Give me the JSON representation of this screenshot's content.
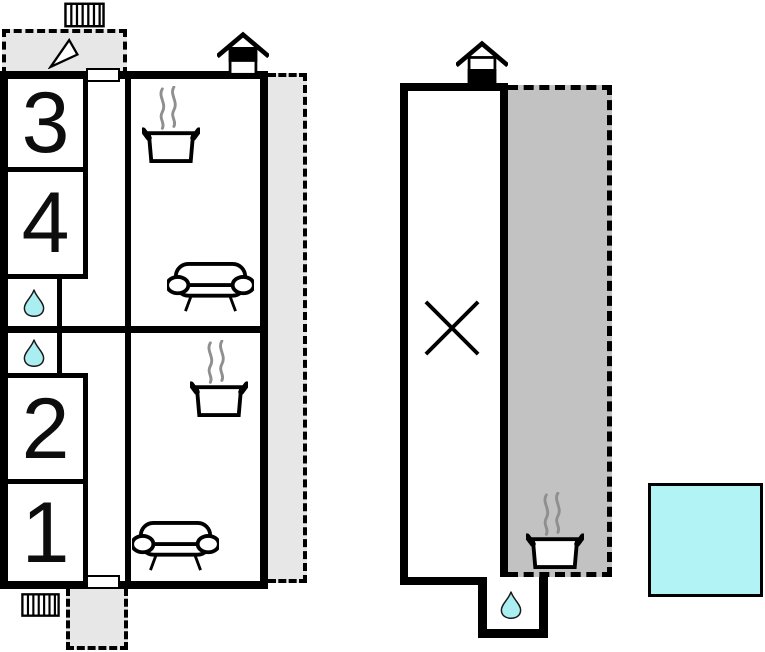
{
  "diagram": {
    "kind": "floor-plan",
    "buildings": 2,
    "pool_present": true
  },
  "colors": {
    "wall": "#000000",
    "terrace_light": "#e7e7e7",
    "terrace_dark": "#c2c2c2",
    "pool": "#b2f4f6",
    "drop": "#abeef2",
    "steam": "#8f8f8f",
    "background": "#ffffff"
  },
  "left_building": {
    "rooms": [
      {
        "number": "3"
      },
      {
        "number": "4"
      },
      {
        "number": "2"
      },
      {
        "number": "1"
      }
    ],
    "water_drops": 2,
    "stoves": 2,
    "sofas": 2,
    "doors": 2,
    "terraces": [
      "top",
      "right-strip",
      "bottom"
    ]
  },
  "right_building": {
    "cross_mark": true,
    "water_drops": 1,
    "stoves": 1,
    "terraces": [
      "right"
    ]
  },
  "icons": {
    "water_drop": "cyan teardrop",
    "stove": "cooking pot with steam",
    "sofa": "sofa outline",
    "cross": "X mark",
    "north_arrow": "triangular wedge arrow",
    "grill": "hatched vent rectangle",
    "chimney_house": "gabled house with black band"
  }
}
